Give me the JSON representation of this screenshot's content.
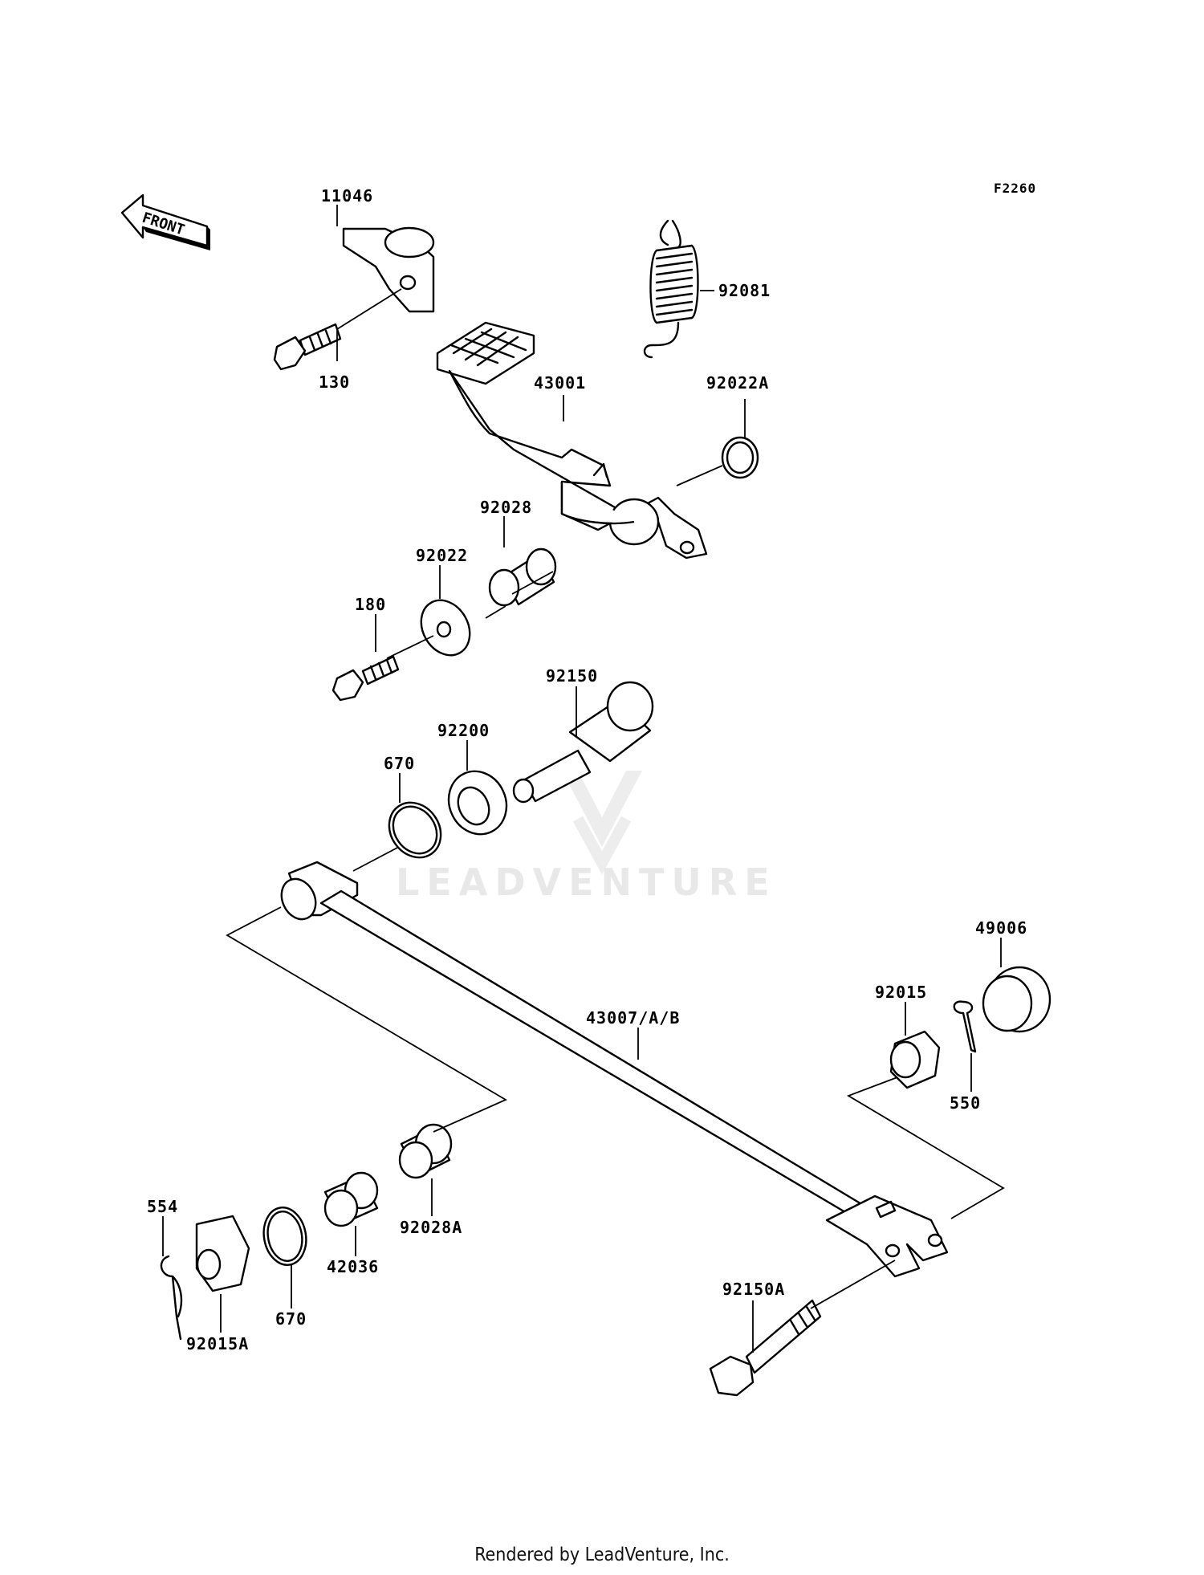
{
  "diagram_code": "F2260",
  "front_arrow_label": "FRONT",
  "watermark": "LEADVENTURE",
  "footer": "Rendered by LeadVenture, Inc.",
  "parts": {
    "p11046": "11046",
    "p130": "130",
    "p92081": "92081",
    "p43001": "43001",
    "p92022A": "92022A",
    "p92028": "92028",
    "p92022": "92022",
    "p180": "180",
    "p92150": "92150",
    "p92200": "92200",
    "p670_top": "670",
    "p49006": "49006",
    "p92015": "92015",
    "p43007": "43007/A/B",
    "p550": "550",
    "p554": "554",
    "p92028A": "92028A",
    "p42036": "42036",
    "p670_bottom": "670",
    "p92015A": "92015A",
    "p92150A": "92150A"
  }
}
